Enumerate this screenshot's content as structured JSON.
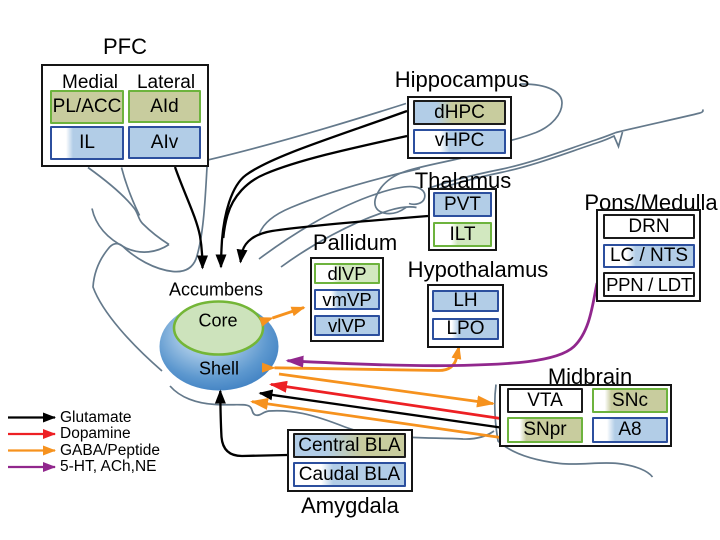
{
  "figure": {
    "kind": "brain connectivity diagram",
    "subject": "Afferent projections to the nucleus accumbens (Core / Shell)"
  },
  "palette": {
    "blue_fill": "#b2cde7",
    "blue_border": "#2c4f9e",
    "olive_fill": "#c8cc9e",
    "green_fill": "#d2e8c0",
    "green_border": "#6db33d",
    "black_border": "#1b1b1b",
    "outline_gray": "#64798b",
    "glutamate_black": "#000000",
    "dopamine_red": "#ed2024",
    "gaba_orange": "#f6921e",
    "serotonin_purple": "#91278d",
    "shell_blue_edge": "#3d7ec2",
    "shell_blue_light": "#d8e7f4",
    "core_green_fill": "#cde3bc"
  },
  "accumbens": {
    "title": "Accumbens",
    "core_label": "Core",
    "shell_label": "Shell"
  },
  "regions": [
    {
      "id": "pfc",
      "title": "PFC",
      "columns": [
        "Medial",
        "Lateral"
      ],
      "items": [
        {
          "label": "PL/ACC",
          "fill": "olive",
          "border": "green"
        },
        {
          "label": "AId",
          "fill": "olive",
          "border": "green"
        },
        {
          "label": "IL",
          "fill": "white-then-blue",
          "border": "blue"
        },
        {
          "label": "AIv",
          "fill": "blue",
          "border": "blue"
        }
      ]
    },
    {
      "id": "hippocampus",
      "title": "Hippocampus",
      "items": [
        {
          "label": "dHPC",
          "fill": "blue-then-olive",
          "border": "black"
        },
        {
          "label": "vHPC",
          "fill": "white-then-blue",
          "border": "blue"
        }
      ]
    },
    {
      "id": "thalamus",
      "title": "Thalamus",
      "items": [
        {
          "label": "PVT",
          "fill": "blue",
          "border": "blue"
        },
        {
          "label": "ILT",
          "fill": "white-then-green",
          "border": "green"
        }
      ]
    },
    {
      "id": "pallidum",
      "title": "Pallidum",
      "items": [
        {
          "label": "dlVP",
          "fill": "white-then-green",
          "border": "green"
        },
        {
          "label": "vmVP",
          "fill": "white-then-blue",
          "border": "blue"
        },
        {
          "label": "vlVP",
          "fill": "blue",
          "border": "blue"
        }
      ]
    },
    {
      "id": "hypothalamus",
      "title": "Hypothalamus",
      "items": [
        {
          "label": "LH",
          "fill": "blue",
          "border": "blue"
        },
        {
          "label": "LPO",
          "fill": "white-then-blue",
          "border": "blue"
        }
      ]
    },
    {
      "id": "pons_medulla",
      "title": "Pons/Medulla",
      "items": [
        {
          "label": "DRN",
          "fill": "white",
          "border": "black"
        },
        {
          "label": "LC / NTS",
          "fill": "white-then-blue",
          "border": "blue"
        },
        {
          "label": "PPN / LDT",
          "fill": "white",
          "border": "black"
        }
      ]
    },
    {
      "id": "midbrain",
      "title": "Midbrain",
      "items": [
        {
          "label": "VTA",
          "fill": "white",
          "border": "black"
        },
        {
          "label": "SNc",
          "fill": "white-then-olive",
          "border": "green"
        },
        {
          "label": "SNpr",
          "fill": "white-then-olive",
          "border": "green"
        },
        {
          "label": "A8",
          "fill": "white-then-blue",
          "border": "blue"
        }
      ]
    },
    {
      "id": "amygdala",
      "title": "Amygdala",
      "items": [
        {
          "label": "Central BLA",
          "fill": "blue-then-olive",
          "border": "black"
        },
        {
          "label": "Caudal BLA",
          "fill": "white-then-blue",
          "border": "blue"
        }
      ]
    }
  ],
  "legend": {
    "items": [
      {
        "label": "Glutamate",
        "color": "#000000"
      },
      {
        "label": "Dopamine",
        "color": "#ed2024"
      },
      {
        "label": "GABA/Peptide",
        "color": "#f6921e"
      },
      {
        "label": "5-HT, ACh,NE",
        "color": "#91278d"
      }
    ]
  },
  "connections": [
    {
      "from": "PFC",
      "to": "Accumbens",
      "type": "Glutamate"
    },
    {
      "from": "dHPC",
      "to": "Accumbens",
      "type": "Glutamate"
    },
    {
      "from": "vHPC",
      "to": "Accumbens",
      "type": "Glutamate"
    },
    {
      "from": "PVT",
      "to": "Accumbens",
      "type": "Glutamate"
    },
    {
      "from": "Amygdala",
      "to": "Accumbens shell",
      "type": "Glutamate"
    },
    {
      "from": "Midbrain",
      "to": "Accumbens shell",
      "type": "Glutamate"
    },
    {
      "from": "Midbrain",
      "to": "Accumbens shell",
      "type": "Dopamine"
    },
    {
      "from": "Midbrain",
      "to": "Accumbens shell",
      "type": "GABA/Peptide"
    },
    {
      "from": "Accumbens shell",
      "to": "Midbrain",
      "type": "GABA/Peptide"
    },
    {
      "from": "Accumbens shell",
      "to": "LPO",
      "type": "GABA/Peptide",
      "bidirectional": true
    },
    {
      "from": "Accumbens core",
      "to": "Pallidum",
      "type": "GABA/Peptide",
      "bidirectional": true
    },
    {
      "from": "Pons/Medulla",
      "to": "Accumbens shell",
      "type": "5-HT, ACh,NE"
    }
  ]
}
